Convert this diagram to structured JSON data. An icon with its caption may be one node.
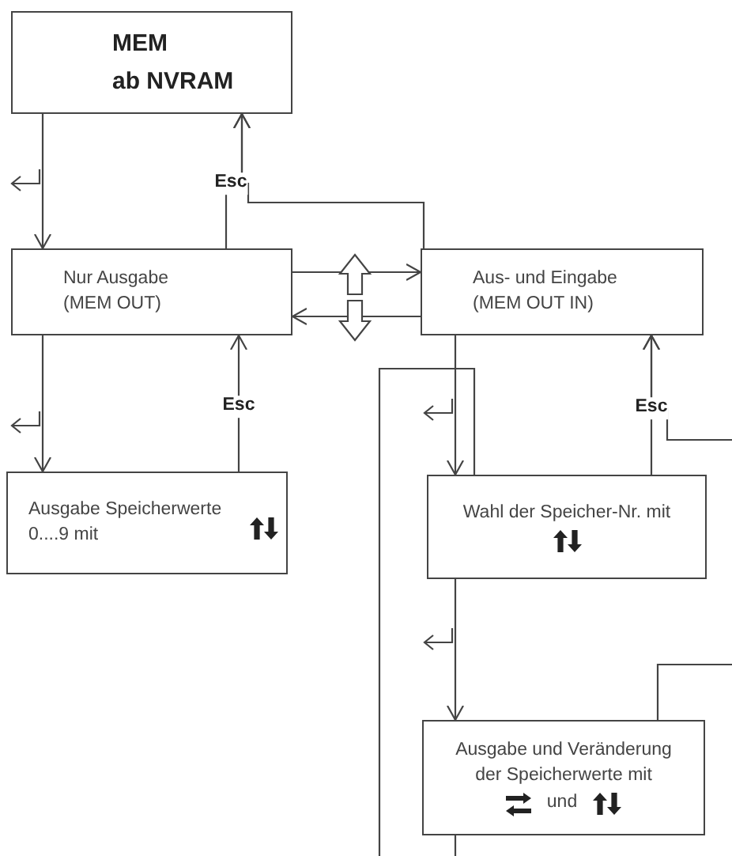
{
  "diagram": {
    "nodes": [
      {
        "text": [
          "MEM",
          "ab NVRAM"
        ]
      },
      {
        "text": [
          "Nur Ausgabe (MEM OUT)"
        ]
      },
      {
        "text": [
          "Aus- und Eingabe (MEM OUT IN)"
        ]
      },
      {
        "text": [
          "Ausgabe Speicherwerte 0....9 mit"
        ]
      },
      {
        "text": [
          "Wahl der Speicher-Nr. mit"
        ]
      },
      {
        "text": [
          "Ausgabe und Veränderung der Speicherwerte mit",
          "und"
        ]
      }
    ],
    "edges": [
      {
        "from": 0,
        "to": 1,
        "arrow": "to"
      },
      {
        "from": 1,
        "to": 0,
        "arrow": "to",
        "label": "Esc"
      },
      {
        "from": 2,
        "to": 0,
        "arrow": "to"
      },
      {
        "from": 1,
        "to": 2,
        "arrow": "to"
      },
      {
        "from": 2,
        "to": 1,
        "arrow": "to"
      },
      {
        "from": 1,
        "to": 3,
        "arrow": "to"
      },
      {
        "from": 3,
        "to": 1,
        "arrow": "to",
        "label": "Esc"
      },
      {
        "from": 2,
        "to": 4,
        "arrow": "to"
      },
      {
        "from": 4,
        "to": 2,
        "arrow": "to",
        "label": "Esc"
      },
      {
        "from": null,
        "to": 2,
        "arrow": "to"
      },
      {
        "from": null,
        "to": 4,
        "arrow": "none"
      },
      {
        "from": 4,
        "to": 5,
        "arrow": "to"
      },
      {
        "from": 5,
        "to": null,
        "arrow": "none"
      },
      {
        "from": 5,
        "to": null,
        "arrow": "none"
      }
    ]
  }
}
